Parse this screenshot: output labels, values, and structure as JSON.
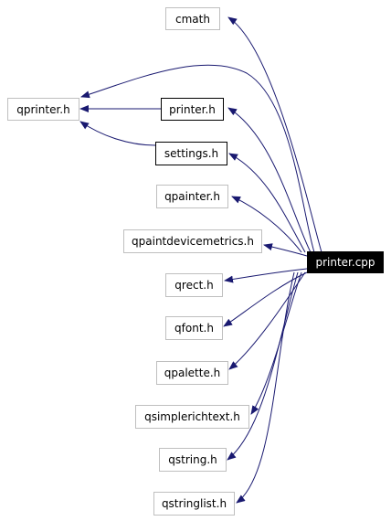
{
  "graph": {
    "root": {
      "id": "printer_cpp",
      "label": "printer.cpp"
    },
    "nodes": [
      {
        "id": "cmath",
        "label": "cmath",
        "kind": "external"
      },
      {
        "id": "qprinter_h",
        "label": "qprinter.h",
        "kind": "external"
      },
      {
        "id": "printer_h",
        "label": "printer.h",
        "kind": "local"
      },
      {
        "id": "settings_h",
        "label": "settings.h",
        "kind": "local"
      },
      {
        "id": "qpainter_h",
        "label": "qpainter.h",
        "kind": "external"
      },
      {
        "id": "qpaintdevicemetrics_h",
        "label": "qpaintdevicemetrics.h",
        "kind": "external"
      },
      {
        "id": "qrect_h",
        "label": "qrect.h",
        "kind": "external"
      },
      {
        "id": "qfont_h",
        "label": "qfont.h",
        "kind": "external"
      },
      {
        "id": "qpalette_h",
        "label": "qpalette.h",
        "kind": "external"
      },
      {
        "id": "qsimplerichtext_h",
        "label": "qsimplerichtext.h",
        "kind": "external"
      },
      {
        "id": "qstring_h",
        "label": "qstring.h",
        "kind": "external"
      },
      {
        "id": "qstringlist_h",
        "label": "qstringlist.h",
        "kind": "external"
      }
    ],
    "edges": [
      {
        "from": "printer_cpp",
        "to": "cmath"
      },
      {
        "from": "printer_cpp",
        "to": "qprinter_h"
      },
      {
        "from": "printer_cpp",
        "to": "printer_h"
      },
      {
        "from": "printer_cpp",
        "to": "settings_h"
      },
      {
        "from": "printer_cpp",
        "to": "qpainter_h"
      },
      {
        "from": "printer_cpp",
        "to": "qpaintdevicemetrics_h"
      },
      {
        "from": "printer_cpp",
        "to": "qrect_h"
      },
      {
        "from": "printer_cpp",
        "to": "qfont_h"
      },
      {
        "from": "printer_cpp",
        "to": "qpalette_h"
      },
      {
        "from": "printer_cpp",
        "to": "qsimplerichtext_h"
      },
      {
        "from": "printer_cpp",
        "to": "qstring_h"
      },
      {
        "from": "printer_cpp",
        "to": "qstringlist_h"
      },
      {
        "from": "printer_h",
        "to": "qprinter_h"
      },
      {
        "from": "settings_h",
        "to": "qprinter_h"
      }
    ],
    "colors": {
      "edge": "#191970",
      "external_border": "#bfbfbf",
      "local_border": "#000000",
      "root_fill": "#000000",
      "root_text": "#ffffff"
    }
  }
}
